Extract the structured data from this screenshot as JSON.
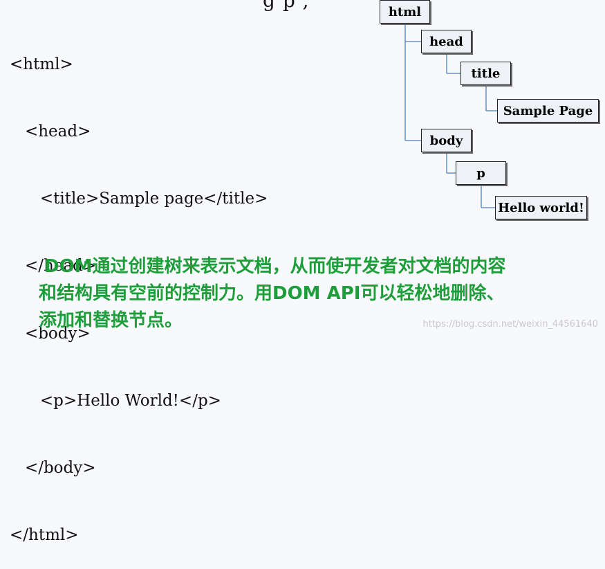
{
  "top_fragment": "g p ,",
  "code_lines": [
    "<html>",
    "<head>",
    "<title>Sample page</title>",
    "</head>",
    "<body>",
    "<p>Hello World!</p>",
    "</body>",
    "</html>"
  ],
  "tree": {
    "html": "html",
    "head": "head",
    "title": "title",
    "title_text": "Sample Page",
    "body": "body",
    "p": "p",
    "p_text": "Hello world!"
  },
  "caption": {
    "line1": "DOM通过创建树来表示文档，从而使开发者对文档的内容",
    "line2": "和结构具有空前的控制力。用DOM API可以轻松地删除、",
    "line3": "添加和替换节点。"
  },
  "watermark": "https://blog.csdn.net/weixin_44561640",
  "colors": {
    "background": "#f8f9fd",
    "caption_green": "#1e9e3a",
    "node_fill": "#eef1f6",
    "connector": "#4a7fc1"
  }
}
